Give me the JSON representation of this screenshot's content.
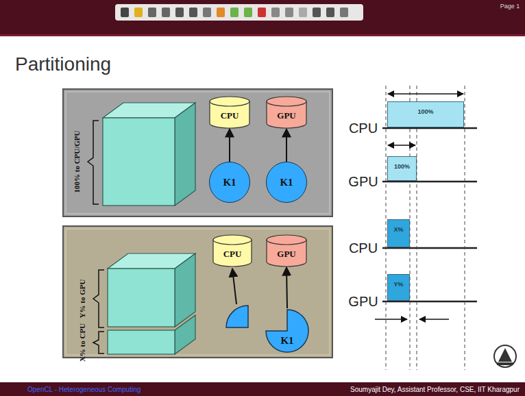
{
  "diagram": {
    "title": "Partitioning",
    "nodes": [
      {
        "text": [
          "CPU"
        ]
      },
      {
        "text": [
          "GPU"
        ]
      },
      {
        "text": [
          "K1"
        ]
      },
      {
        "text": [
          "K1"
        ]
      },
      {
        "text": [
          "CPU"
        ]
      },
      {
        "text": [
          "GPU"
        ]
      },
      {
        "text": [
          "K1"
        ]
      },
      {
        "text": [
          "100%"
        ]
      },
      {
        "text": [
          "100%"
        ]
      },
      {
        "text": [
          "X%"
        ]
      },
      {
        "text": [
          "Y%"
        ]
      }
    ],
    "edges": [
      {
        "from": 2,
        "to": 0,
        "arrow": "to"
      },
      {
        "from": 3,
        "to": 1,
        "arrow": "to"
      },
      {
        "from": 6,
        "to": 5,
        "arrow": "to"
      }
    ],
    "labels": [
      "Page 1",
      "100% to CPU/GPU",
      "Y% to GPU",
      "X% to CPU",
      "CPU",
      "GPU",
      "CPU",
      "GPU",
      "OpenCL - Heterogeneous Computing",
      "Soumyajit Dey, Assistant Professor, CSE, IIT Kharagpur"
    ]
  }
}
